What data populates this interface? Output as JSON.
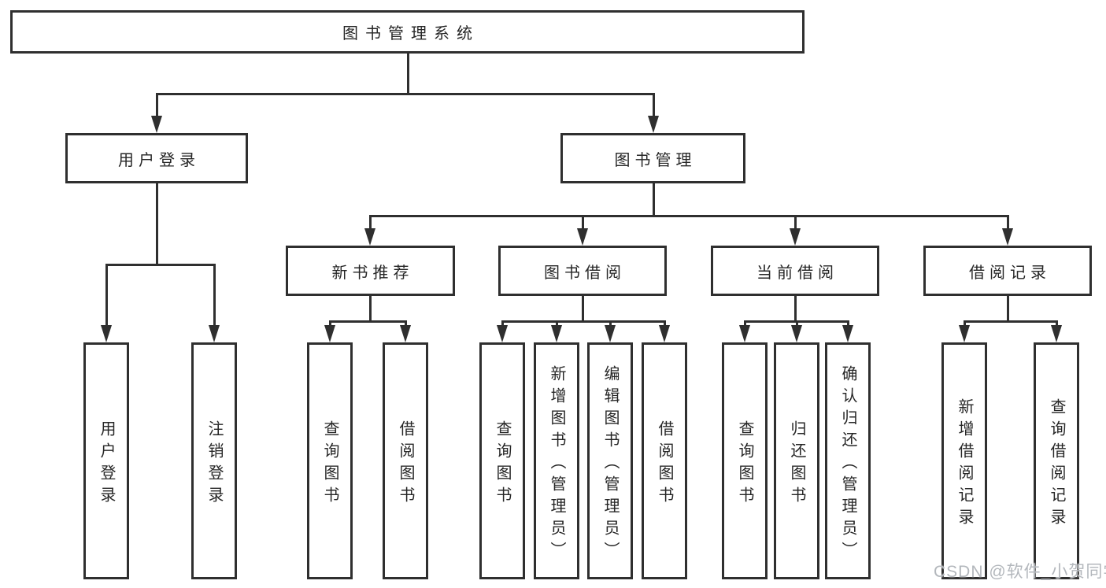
{
  "diagram": {
    "type": "functional-structure-tree",
    "tree": {
      "label": "图书管理系统",
      "children": [
        {
          "label": "用户登录",
          "children": [
            {
              "label": "用户登录"
            },
            {
              "label": "注销登录"
            }
          ]
        },
        {
          "label": "图书管理",
          "children": [
            {
              "label": "新书推荐",
              "children": [
                {
                  "label": "查询图书"
                },
                {
                  "label": "借阅图书"
                }
              ]
            },
            {
              "label": "图书借阅",
              "children": [
                {
                  "label": "查询图书"
                },
                {
                  "label": "新增图书（管理员）"
                },
                {
                  "label": "编辑图书（管理员）"
                },
                {
                  "label": "借阅图书"
                }
              ]
            },
            {
              "label": "当前借阅",
              "children": [
                {
                  "label": "查询图书"
                },
                {
                  "label": "归还图书"
                },
                {
                  "label": "确认归还（管理员）"
                }
              ]
            },
            {
              "label": "借阅记录",
              "children": [
                {
                  "label": "新增借阅记录"
                },
                {
                  "label": "查询借阅记录"
                }
              ]
            }
          ]
        }
      ]
    },
    "colors": {
      "line": "#2f2f2f",
      "text": "#262626",
      "background": "#ffffff",
      "watermark": "#b3b7bc"
    }
  },
  "watermark": {
    "text": "CSDN @软件_小贺同学"
  }
}
